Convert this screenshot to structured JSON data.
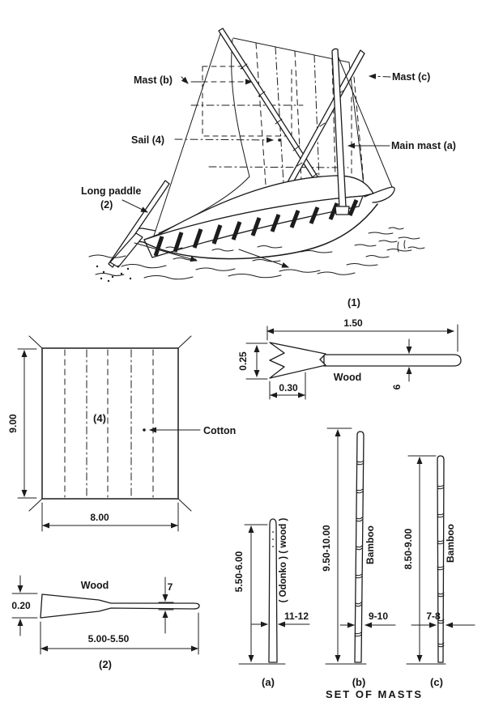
{
  "boat": {
    "labels": {
      "mast_b": "Mast (b)",
      "mast_c": "Mast (c)",
      "sail": "Sail (4)",
      "main_mast": "Main mast (a)",
      "long_paddle_line1": "Long paddle",
      "long_paddle_line2": "(2)"
    }
  },
  "fork_tool": {
    "caption": "(1)",
    "length": "1.50",
    "head_width": "0.25",
    "head_length": "0.30",
    "material": "Wood",
    "shaft_diameter": "6"
  },
  "sail_detail": {
    "part_label": "(4)",
    "material": "Cotton",
    "height": "9.00",
    "width": "8.00"
  },
  "paddle_detail": {
    "material": "Wood",
    "shaft_diameter": "7",
    "blade_thickness": "0.20",
    "length": "5.00-5.50",
    "caption": "(2)"
  },
  "masts": {
    "set_caption": "SET OF MASTS",
    "a": {
      "length": "5.50-6.00",
      "material": "( Odonko ) ( wood )",
      "diameter": "11-12",
      "caption": "(a)"
    },
    "b": {
      "length": "9.50-10.00",
      "material": "Bamboo",
      "diameter": "9-10",
      "caption": "(b)"
    },
    "c": {
      "length": "8.50-9.00",
      "material": "Bamboo",
      "diameter": "7-8",
      "caption": "(c)"
    }
  }
}
